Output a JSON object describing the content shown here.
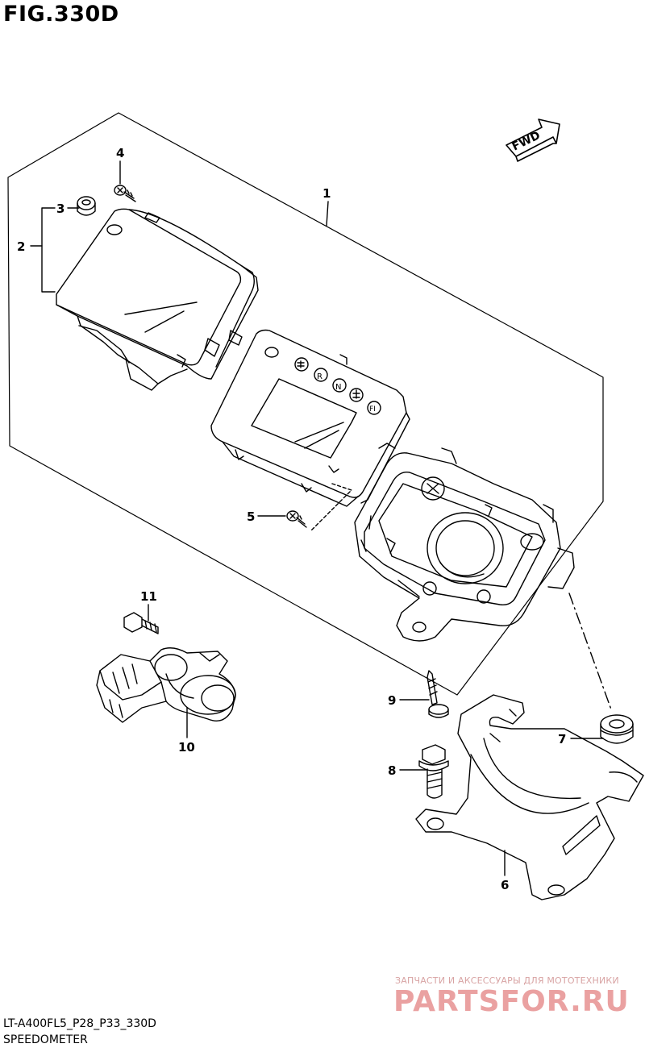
{
  "figure": {
    "title": "FIG.330D",
    "code": "LT-A400FL5_P28_P33_330D",
    "name": "SPEEDOMETER"
  },
  "direction_badge": "FWD",
  "part_callouts": [
    "1",
    "2",
    "3",
    "4",
    "5",
    "6",
    "7",
    "8",
    "9",
    "10",
    "11"
  ],
  "indicator_letters": [
    "R",
    "N",
    "FI"
  ],
  "watermark": {
    "subtitle": "ЗАПЧАСТИ И АКСЕССУАРЫ ДЛЯ МОТОТЕХНИКИ",
    "brand": "PARTSFOR.RU"
  }
}
